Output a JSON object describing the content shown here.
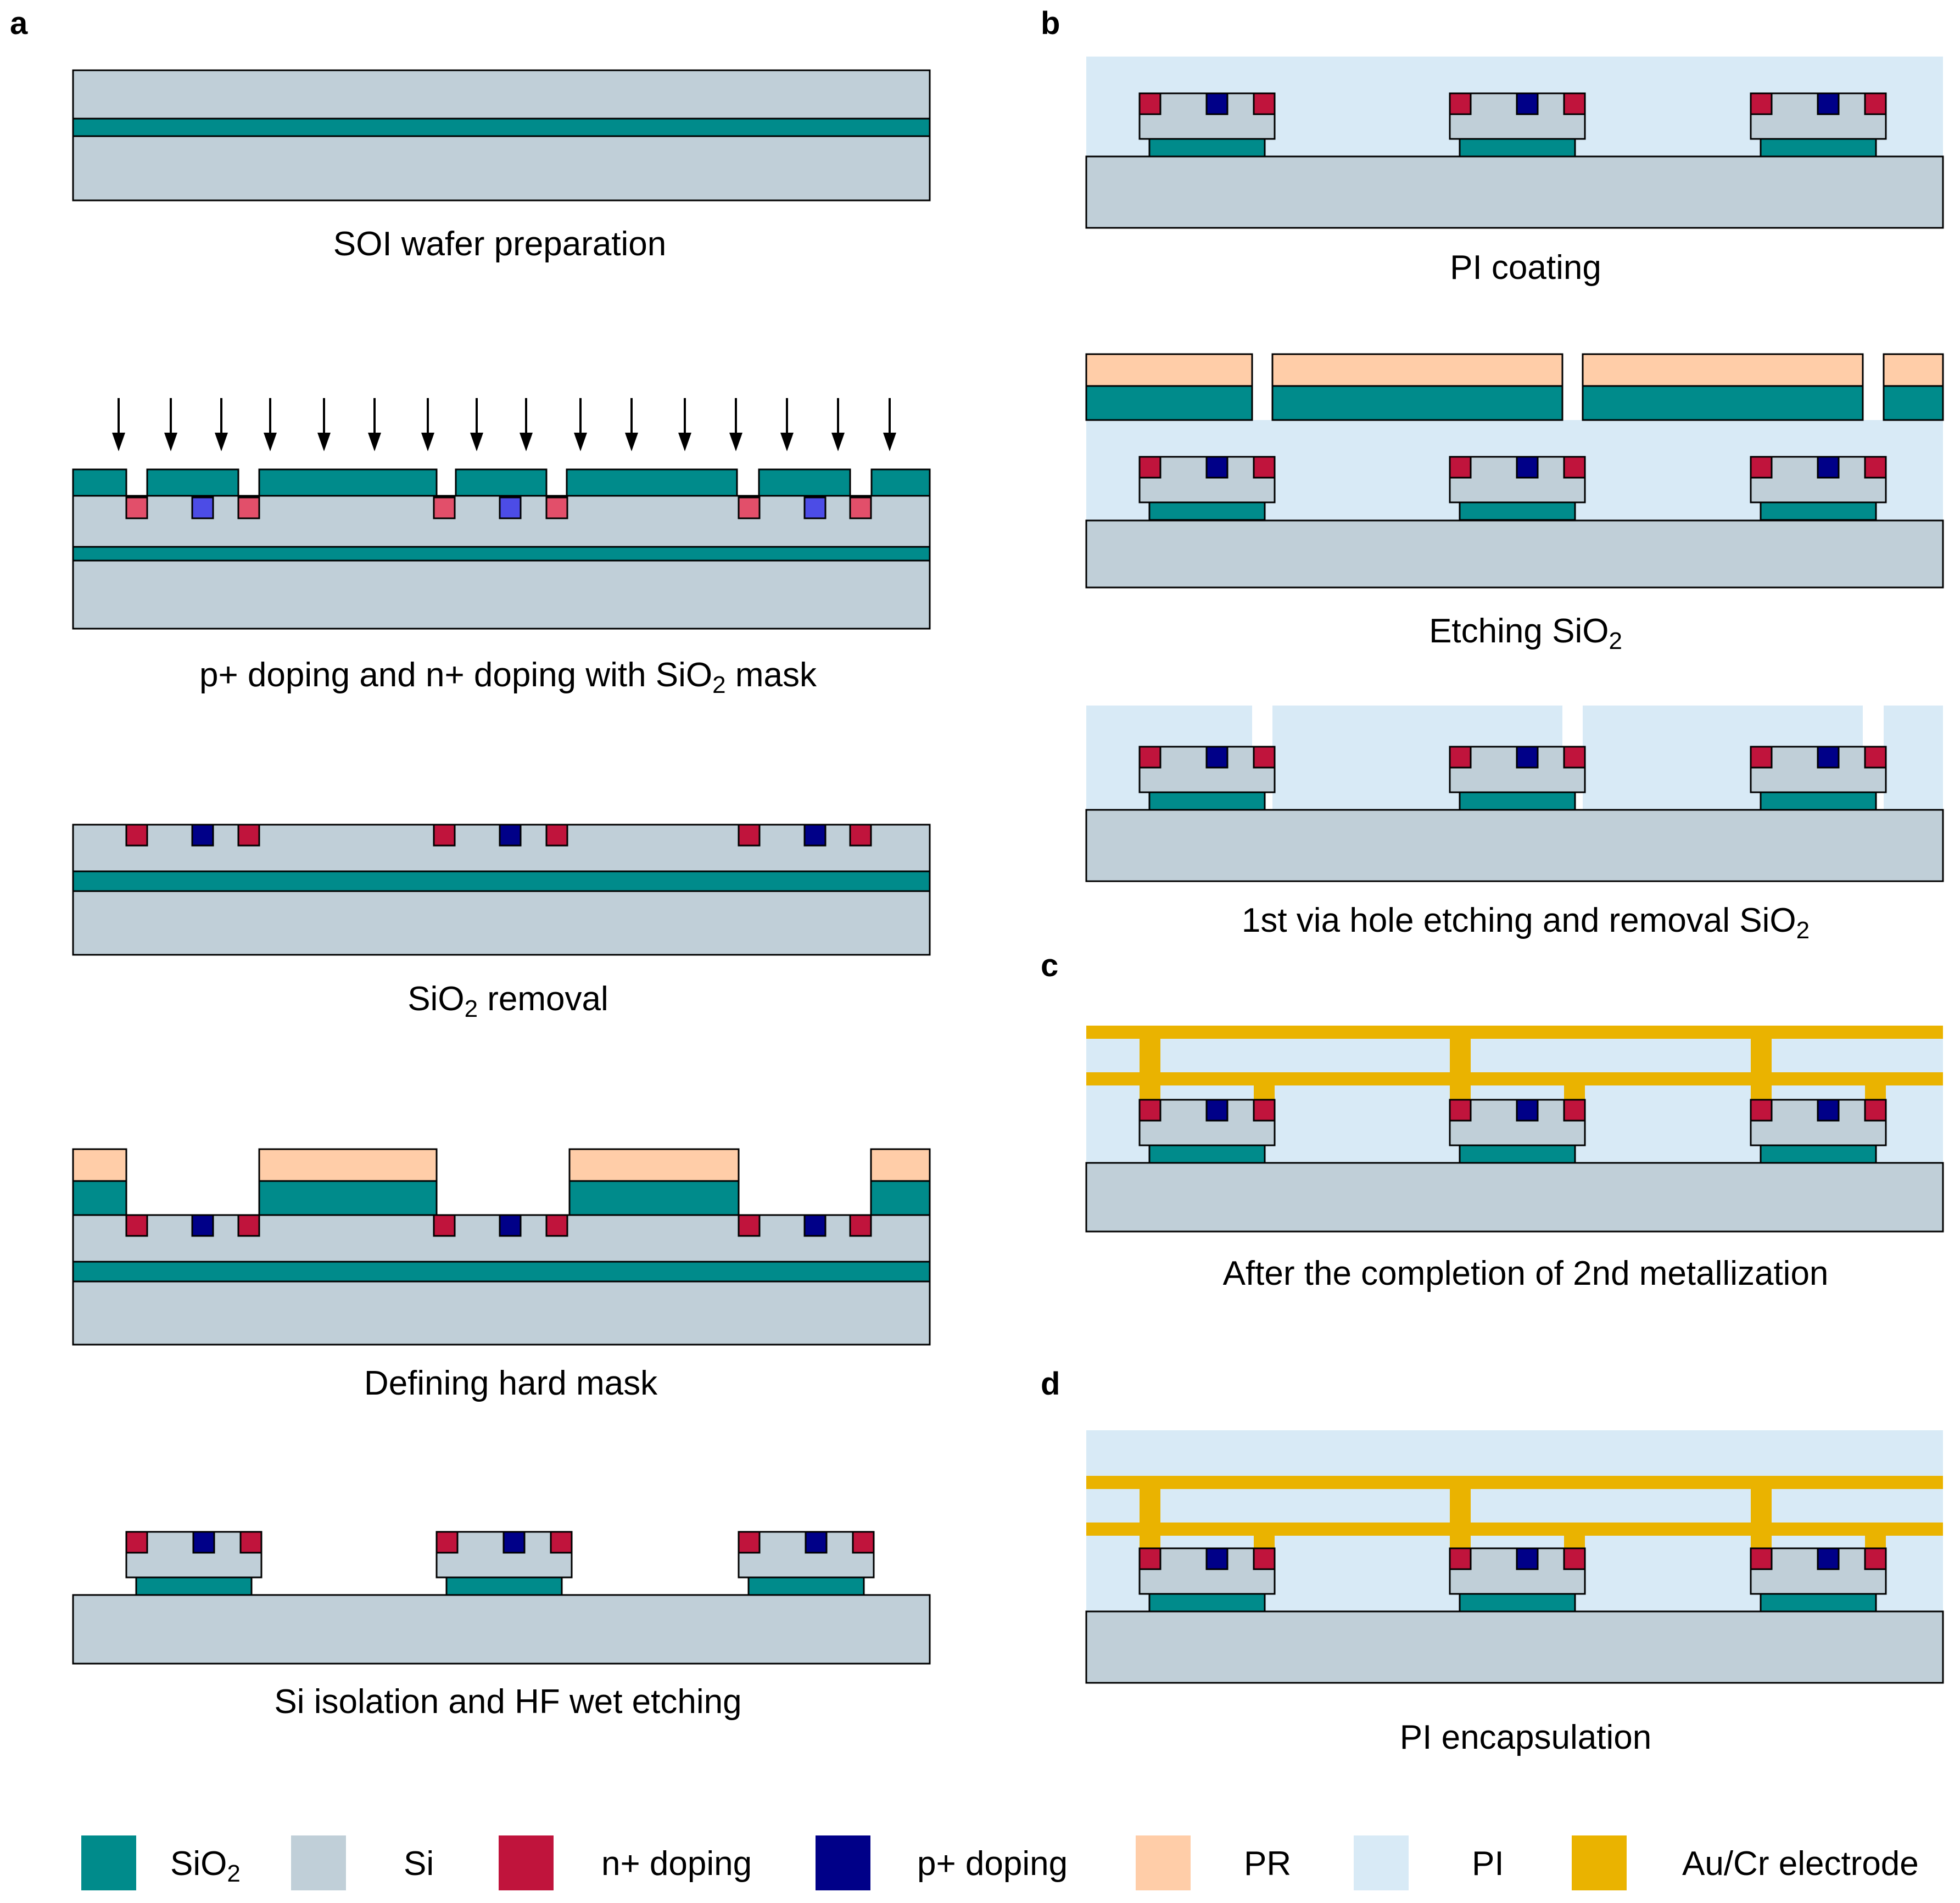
{
  "panels": {
    "a": "a",
    "b": "b",
    "c": "c",
    "d": "d"
  },
  "captions": {
    "soi": "SOI wafer  preparation",
    "doping": [
      "p+ doping and n+ doping with SiO",
      "2",
      " mask"
    ],
    "sio2_removal": [
      "SiO",
      "2",
      " removal"
    ],
    "hard_mask": "Defining  hard mask",
    "isolation": "Si isolation and HF wet etching",
    "pi_coating": "PI coating",
    "etching": [
      "Etching SiO",
      "2",
      ""
    ],
    "via": [
      "1st via  hole etching and removal  SiO",
      "2",
      ""
    ],
    "metallization": "After the completion of 2nd metallization",
    "encapsulation": "PI encapsulation"
  },
  "legend": [
    {
      "key": "sio2",
      "label": "SiO",
      "sub": "2",
      "color": "#008b8b"
    },
    {
      "key": "si",
      "label": "Si",
      "sub": "",
      "color": "#c0cfd8"
    },
    {
      "key": "n_doping",
      "label": "n+ doping",
      "sub": "",
      "color": "#c0143c"
    },
    {
      "key": "p_doping",
      "label": "p+ doping",
      "sub": "",
      "color": "#000088"
    },
    {
      "key": "pr",
      "label": "PR",
      "sub": "",
      "color": "#ffcda8"
    },
    {
      "key": "pi",
      "label": "PI",
      "sub": "",
      "color": "#d8eaf6"
    },
    {
      "key": "au_cr",
      "label": "Au/Cr electrode",
      "sub": "",
      "color": "#eab300"
    }
  ],
  "colors": {
    "sio2": "#008b8b",
    "si": "#c0cfd8",
    "n_doping": "#c0143c",
    "n_doping_light": "#e24f6a",
    "p_doping": "#000088",
    "p_doping_light": "#4c4ce6",
    "pr": "#ffcda8",
    "pi": "#d8eaf6",
    "au_cr": "#eab300",
    "outline": "#000000"
  }
}
